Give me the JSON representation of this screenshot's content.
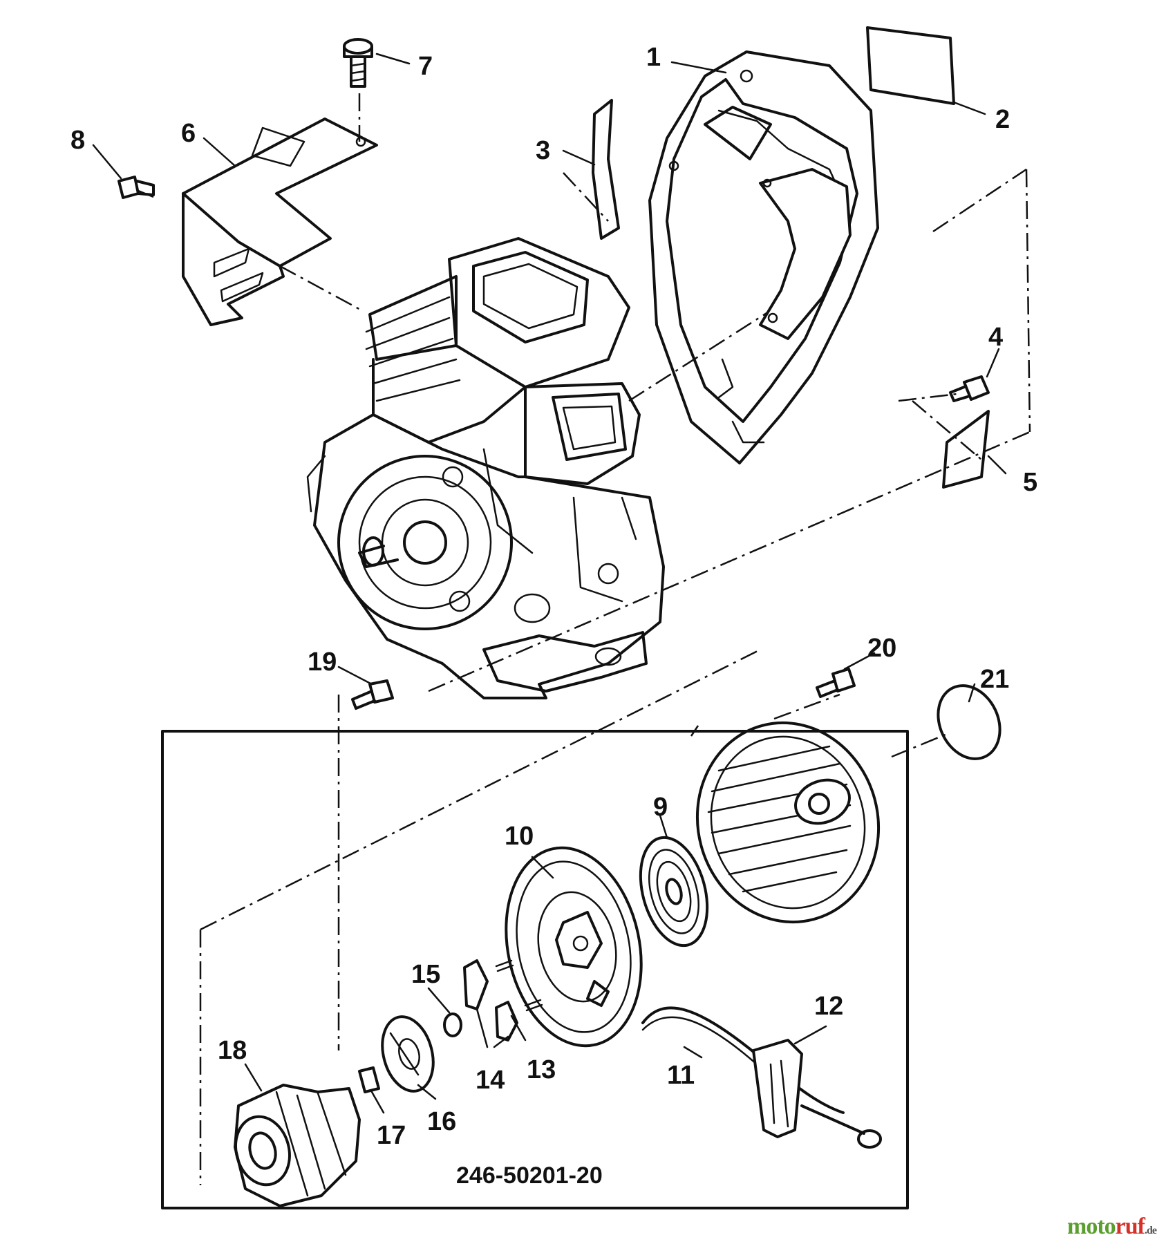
{
  "diagram": {
    "part_code": "246-50201-20",
    "callouts": [
      {
        "id": "c1",
        "label": "1"
      },
      {
        "id": "c2",
        "label": "2"
      },
      {
        "id": "c3",
        "label": "3"
      },
      {
        "id": "c4",
        "label": "4"
      },
      {
        "id": "c5",
        "label": "5"
      },
      {
        "id": "c6",
        "label": "6"
      },
      {
        "id": "c7",
        "label": "7"
      },
      {
        "id": "c8",
        "label": "8"
      },
      {
        "id": "c9",
        "label": "9"
      },
      {
        "id": "c10",
        "label": "10"
      },
      {
        "id": "c11",
        "label": "11"
      },
      {
        "id": "c12",
        "label": "12"
      },
      {
        "id": "c13",
        "label": "13"
      },
      {
        "id": "c14",
        "label": "14"
      },
      {
        "id": "c15",
        "label": "15"
      },
      {
        "id": "c16",
        "label": "16"
      },
      {
        "id": "c17",
        "label": "17"
      },
      {
        "id": "c18",
        "label": "18"
      },
      {
        "id": "c19",
        "label": "19"
      },
      {
        "id": "c20",
        "label": "20"
      },
      {
        "id": "c21",
        "label": "21"
      }
    ]
  },
  "watermark": {
    "part1": "moto",
    "part2": "ruf",
    "part3": ".de",
    "colors": {
      "part1": "#5a9e2f",
      "part2": "#d4312a"
    }
  }
}
